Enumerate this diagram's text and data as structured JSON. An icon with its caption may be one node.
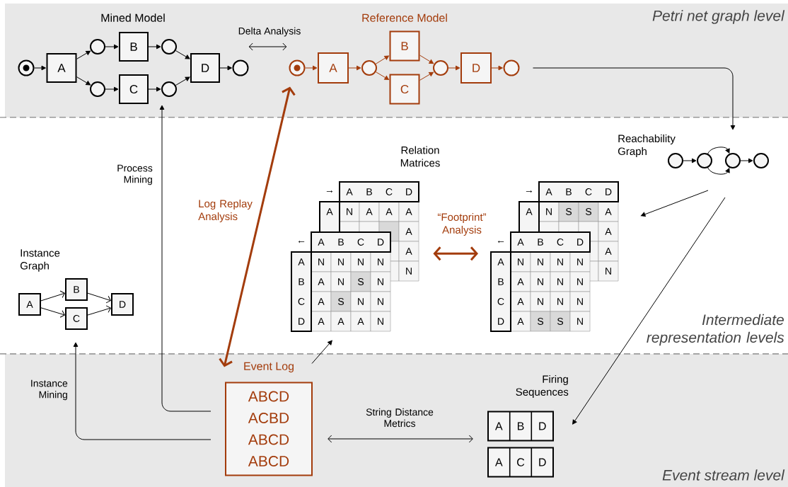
{
  "diagram": {
    "nodes": [
      {
        "text": [],
        "shape": "circle"
      },
      {
        "text": [
          "A"
        ]
      },
      {
        "text": [],
        "shape": "circle"
      },
      {
        "text": [],
        "shape": "circle"
      },
      {
        "text": [
          "B"
        ]
      },
      {
        "text": [
          "C"
        ]
      },
      {
        "text": [],
        "shape": "circle"
      },
      {
        "text": [],
        "shape": "circle"
      },
      {
        "text": [
          "D"
        ]
      },
      {
        "text": [],
        "shape": "circle"
      },
      {
        "text": [],
        "shape": "circle"
      },
      {
        "text": [
          "A"
        ]
      },
      {
        "text": [],
        "shape": "circle"
      },
      {
        "text": [
          "B"
        ]
      },
      {
        "text": [
          "C"
        ]
      },
      {
        "text": [],
        "shape": "circle"
      },
      {
        "text": [
          "D"
        ]
      },
      {
        "text": [],
        "shape": "circle"
      },
      {
        "text": [],
        "shape": "circle"
      },
      {
        "text": [],
        "shape": "circle"
      },
      {
        "text": [],
        "shape": "circle"
      },
      {
        "text": [],
        "shape": "circle"
      },
      {
        "text": [
          "→",
          "A",
          "B",
          "C",
          "D",
          "A",
          "N",
          "A",
          "A",
          "A",
          "A",
          "A",
          "N"
        ]
      },
      {
        "text": [
          "←",
          "A",
          "B",
          "C",
          "D",
          "A",
          "N",
          "N",
          "N",
          "N",
          "B",
          "A",
          "N",
          "S",
          "N",
          "C",
          "A",
          "S",
          "N",
          "N",
          "D",
          "A",
          "A",
          "A",
          "N"
        ]
      },
      {
        "text": [
          "→",
          "A",
          "B",
          "C",
          "D",
          "A",
          "N",
          "S",
          "S",
          "A",
          "A",
          "A",
          "N"
        ]
      },
      {
        "text": [
          "←",
          "A",
          "B",
          "C",
          "D",
          "A",
          "N",
          "N",
          "N",
          "N",
          "B",
          "A",
          "N",
          "N",
          "N",
          "C",
          "A",
          "N",
          "N",
          "N",
          "D",
          "A",
          "S",
          "S",
          "N"
        ]
      },
      {
        "text": [
          "A"
        ]
      },
      {
        "text": [
          "B"
        ]
      },
      {
        "text": [
          "C"
        ]
      },
      {
        "text": [
          "D"
        ]
      },
      {
        "text": [
          "Event Log",
          "ABCD",
          "ACBD",
          "ABCD",
          "ABCD"
        ]
      },
      {
        "text": [
          "A",
          "B",
          "D"
        ]
      },
      {
        "text": [
          "A",
          "C",
          "D"
        ]
      }
    ],
    "edges": [
      {
        "from": 0,
        "to": 1,
        "arrow": "to"
      },
      {
        "from": 1,
        "to": 2,
        "arrow": "to"
      },
      {
        "from": 1,
        "to": 3,
        "arrow": "to"
      },
      {
        "from": 2,
        "to": 4,
        "arrow": "to"
      },
      {
        "from": 3,
        "to": 5,
        "arrow": "to"
      },
      {
        "from": 4,
        "to": 6,
        "arrow": "to"
      },
      {
        "from": 5,
        "to": 7,
        "arrow": "to"
      },
      {
        "from": 6,
        "to": 8,
        "arrow": "to"
      },
      {
        "from": 7,
        "to": 8,
        "arrow": "to"
      },
      {
        "from": 8,
        "to": 9,
        "arrow": "to"
      },
      {
        "from": 9,
        "to": 10,
        "arrow": "both",
        "label": "Delta Analysis"
      },
      {
        "from": 10,
        "to": 11,
        "arrow": "to",
        "color": "#a33c0c"
      },
      {
        "from": 11,
        "to": 12,
        "arrow": "to",
        "color": "#a33c0c"
      },
      {
        "from": 12,
        "to": 13,
        "arrow": "to",
        "color": "#a33c0c"
      },
      {
        "from": 12,
        "to": 14,
        "arrow": "to",
        "color": "#a33c0c"
      },
      {
        "from": 13,
        "to": 15,
        "arrow": "to",
        "color": "#a33c0c"
      },
      {
        "from": 14,
        "to": 15,
        "arrow": "to",
        "color": "#a33c0c"
      },
      {
        "from": 15,
        "to": 16,
        "arrow": "to",
        "color": "#a33c0c"
      },
      {
        "from": 16,
        "to": 17,
        "arrow": "to",
        "color": "#a33c0c"
      },
      {
        "from": 17,
        "to": 20,
        "arrow": "to"
      },
      {
        "from": 18,
        "to": 19,
        "arrow": "to"
      },
      {
        "from": 19,
        "to": 20,
        "arrow": "to"
      },
      {
        "from": 19,
        "to": 20,
        "arrow": "to"
      },
      {
        "from": 20,
        "to": 21,
        "arrow": "to"
      },
      {
        "from": 19,
        "to": 24,
        "arrow": "to"
      },
      {
        "from": 20,
        "to": 31,
        "arrow": "to"
      },
      {
        "from": 22,
        "to": 25,
        "arrow": "both",
        "label": "“Footprint” Analysis",
        "style": "thick",
        "color": "#a33c0c"
      },
      {
        "from": 30,
        "to": 23,
        "arrow": "to"
      },
      {
        "from": 30,
        "to": 7,
        "arrow": "to",
        "label": "Process Mining"
      },
      {
        "from": 30,
        "to": 28,
        "arrow": "to",
        "label": "Instance Mining"
      },
      {
        "from": 10,
        "to": 30,
        "arrow": "both",
        "label": "Log Replay Analysis",
        "style": "thick",
        "color": "#a33c0c"
      },
      {
        "from": 30,
        "to": 31,
        "arrow": "both",
        "label": "String Distance Metrics"
      },
      {
        "from": 26,
        "to": 27,
        "arrow": "to"
      },
      {
        "from": 26,
        "to": 28,
        "arrow": "to"
      },
      {
        "from": 27,
        "to": 29,
        "arrow": "to"
      },
      {
        "from": 28,
        "to": 29,
        "arrow": "to"
      }
    ],
    "labels": [
      "Mined Model",
      "Reference Model",
      "Petri net graph level",
      "Reachability Graph",
      "Relation Matrices",
      "Instance Graph",
      "Intermediate representation levels",
      "Firing Sequences",
      "Event stream level"
    ]
  }
}
